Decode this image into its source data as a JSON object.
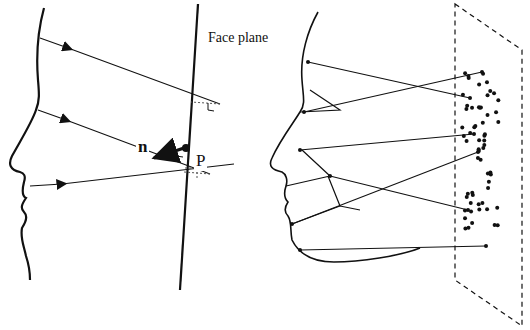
{
  "diagram": {
    "labels": [
      "Face plane",
      "n",
      "P"
    ]
  }
}
